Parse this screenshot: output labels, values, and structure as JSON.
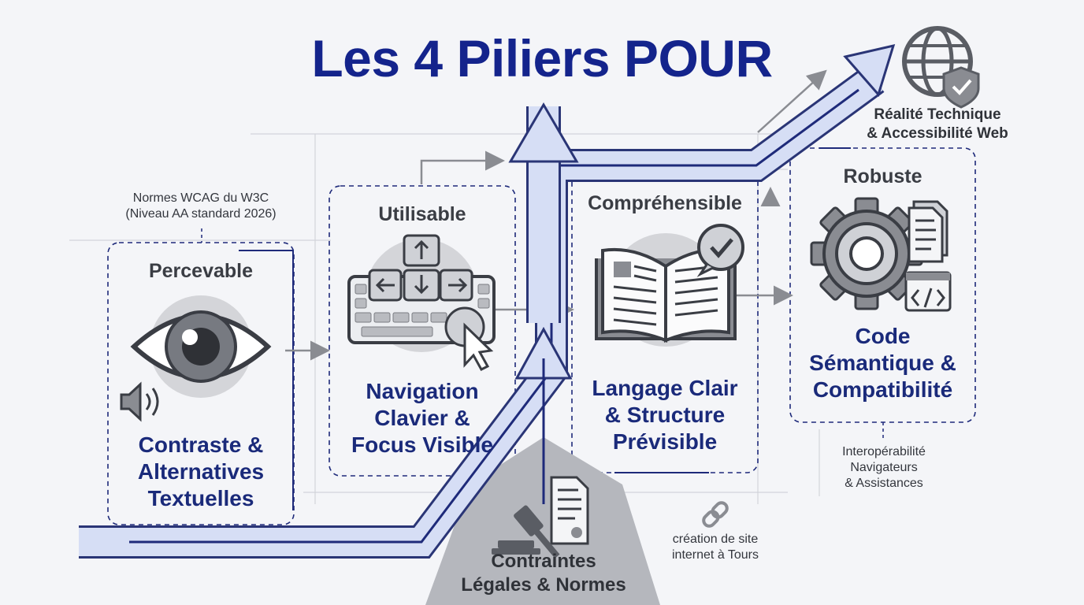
{
  "title": "Les 4 Piliers POUR",
  "top_right": {
    "label": "Réalité Technique\n& Accessibilité Web",
    "icon": "globe-shield-icon"
  },
  "wcag_note": "Normes WCAG du W3C\n(Niveau AA standard 2026)",
  "pillars": [
    {
      "heading": "Percevable",
      "subtitle": "Contraste &\nAlternatives\nTextuelles",
      "icon": "eye-icon"
    },
    {
      "heading": "Utilisable",
      "subtitle": "Navigation\nClavier &\nFocus Visible",
      "icon": "keyboard-icon"
    },
    {
      "heading": "Compréhensible",
      "subtitle": "Langage Clair\n& Structure\nPrévisible",
      "icon": "open-book-icon"
    },
    {
      "heading": "Robuste",
      "subtitle": "Code\nSémantique &\nCompatibilité",
      "icon": "gear-icon"
    }
  ],
  "bottom_center": "Contraintes\nLégales & Normes",
  "link_note": "création de site\ninternet à Tours",
  "interop_note": "Interopérabilité\nNavigateurs\n& Assistances",
  "colors": {
    "title": "#14248c",
    "subtitle": "#1a2a7a",
    "accent_line": "#1e2a7a",
    "path_fill": "#d6def5",
    "grey": "#8a8c92"
  }
}
